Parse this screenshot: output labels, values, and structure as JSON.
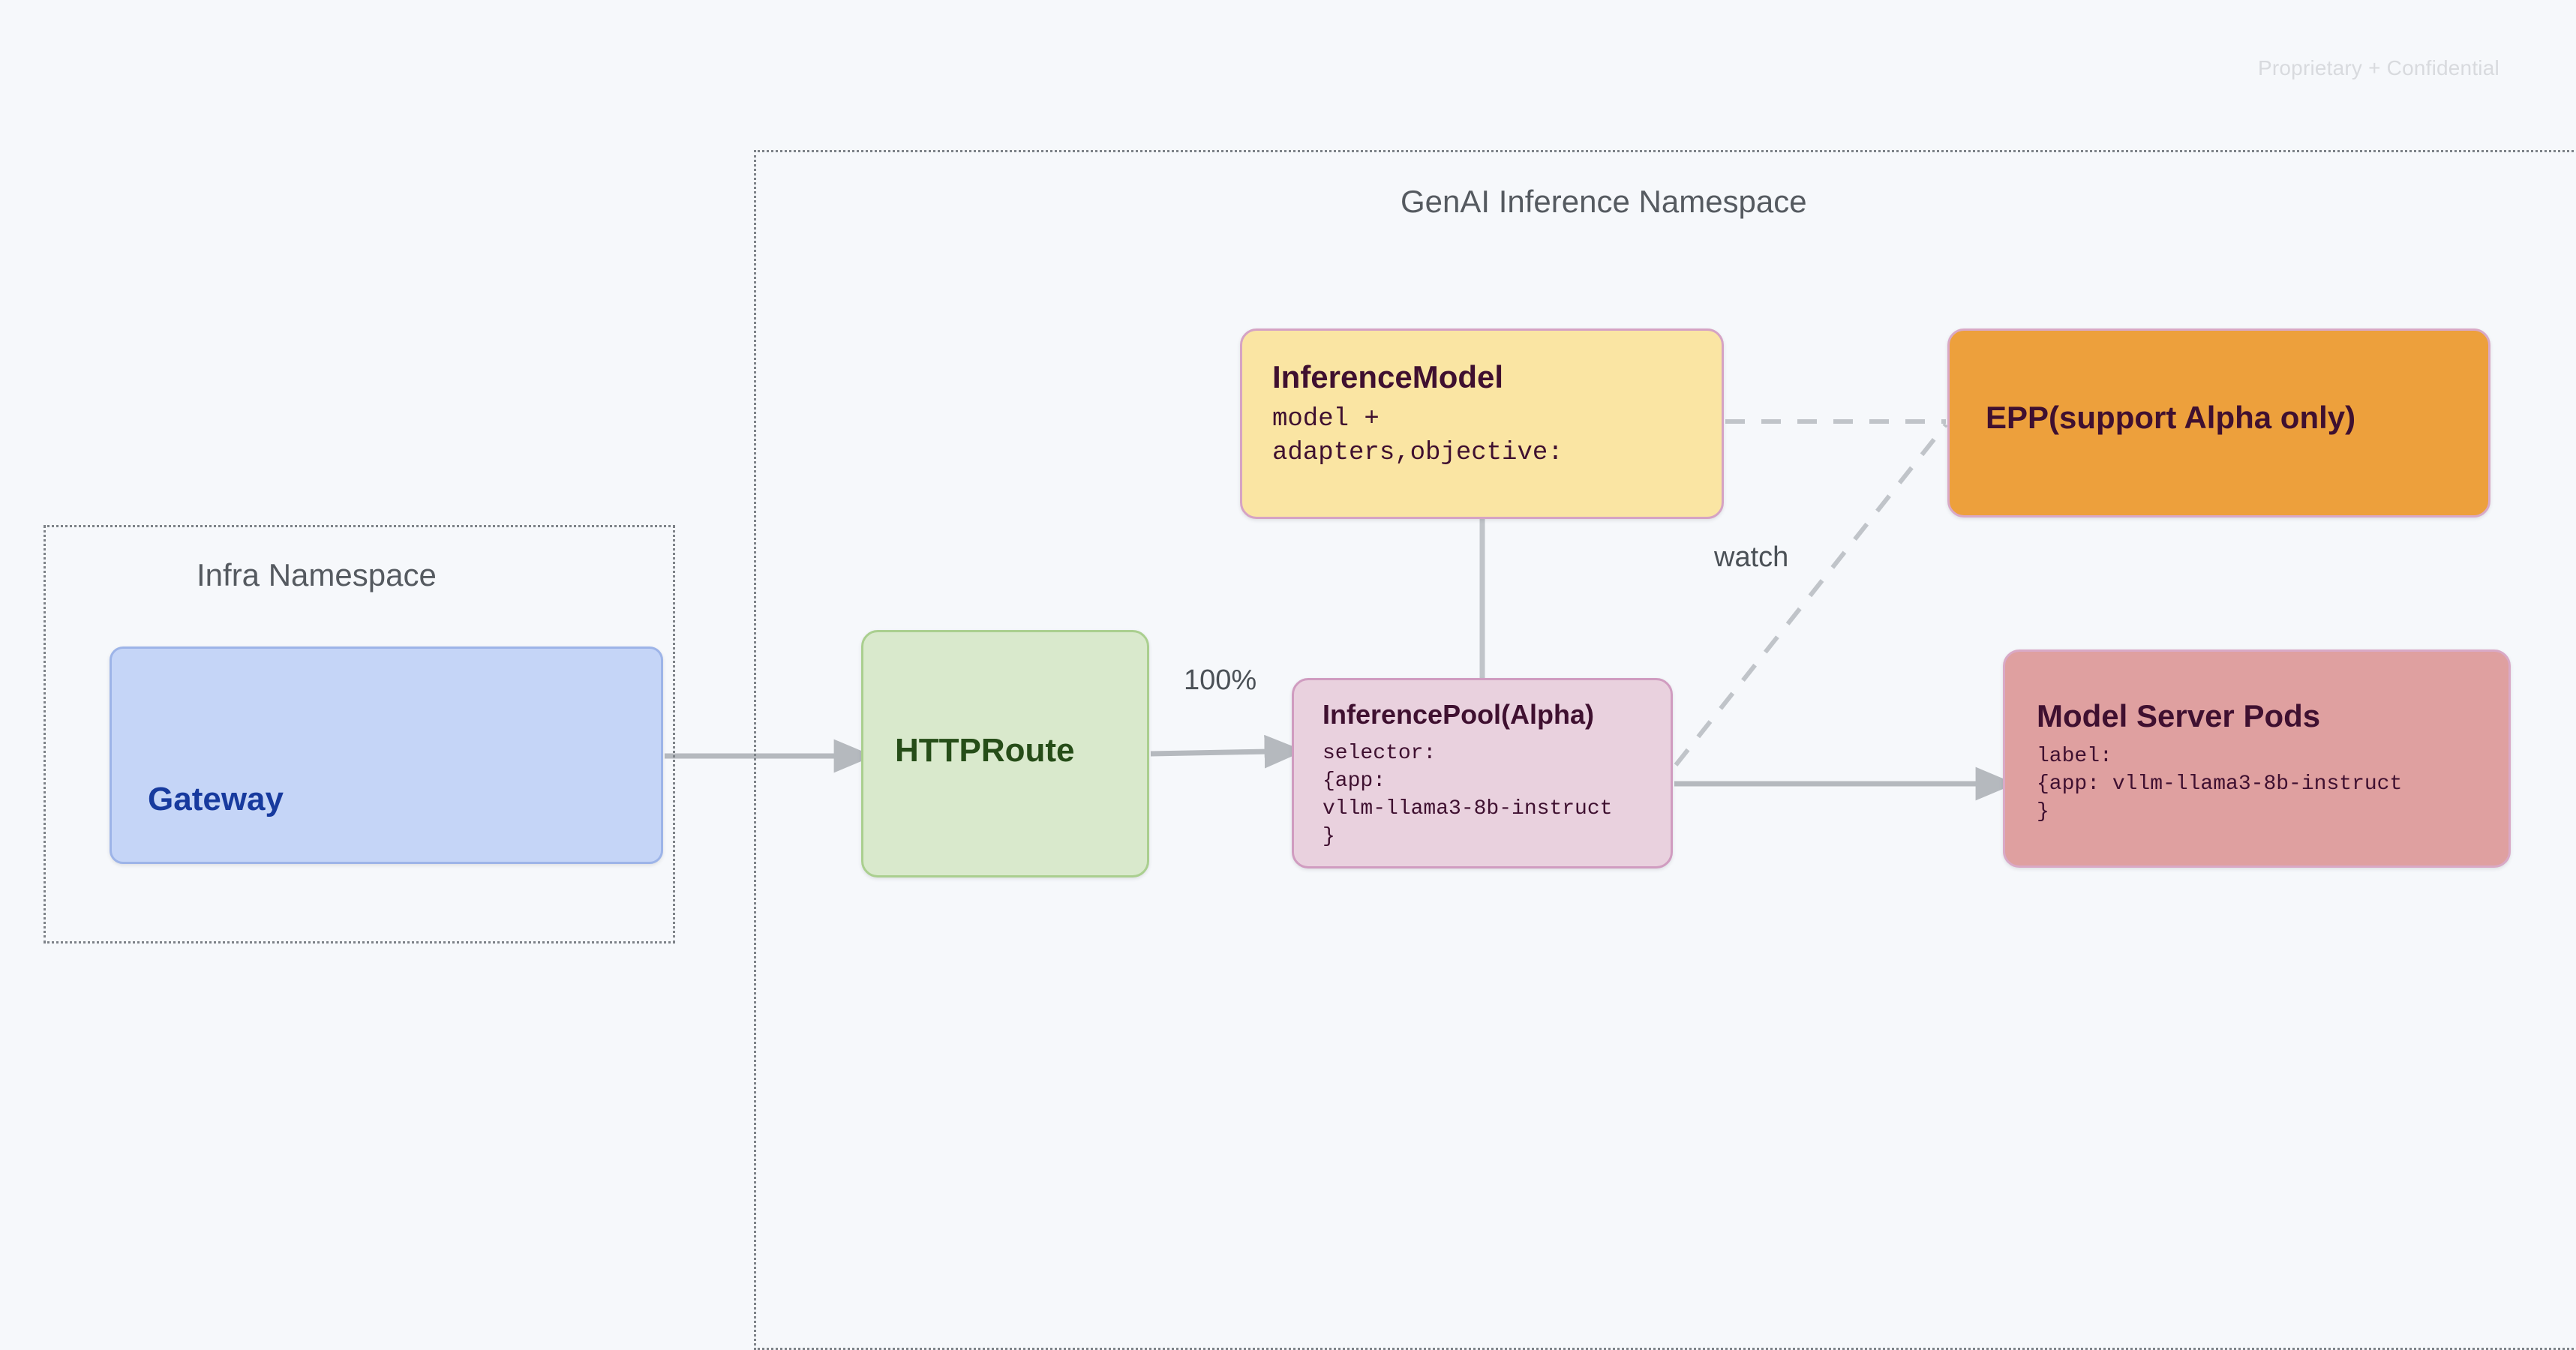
{
  "watermark": "Proprietary + Confidential",
  "namespaces": [
    {
      "id": "infra",
      "title": "Infra Namespace"
    },
    {
      "id": "genai",
      "title": "GenAI Inference Namespace"
    }
  ],
  "nodes": {
    "gateway": {
      "title": "Gateway",
      "fill": "#c5d5f7",
      "border": "#9db4e8",
      "text_color": "#173a9e"
    },
    "httproute": {
      "title": "HTTPRoute",
      "fill": "#d9e9cc",
      "border": "#aacf8f",
      "text_color": "#264d18"
    },
    "inferencemodel": {
      "title": "InferenceModel",
      "detail": "model +\nadapters,objective:",
      "fill": "#fae5a3",
      "border": "#d5a3c4",
      "text_color": "#3f1030"
    },
    "inferencepool": {
      "title": "InferencePool(Alpha)",
      "detail": "selector:\n{app:\nvllm-llama3-8b-instruct\n}",
      "fill": "#e9d1de",
      "border": "#d09cc0",
      "text_color": "#3f1030"
    },
    "epp": {
      "title": "EPP(support Alpha only)",
      "fill": "#eda03c",
      "border": "#d9a9c6",
      "text_color": "#3f1030"
    },
    "modelpods": {
      "title": "Model Server Pods",
      "detail": "label:\n{app: vllm-llama3-8b-instruct\n}",
      "fill": "#dfa0a0",
      "border": "#d9a9c6",
      "text_color": "#3f1030"
    }
  },
  "edges": [
    {
      "id": "gateway-to-httproute",
      "label": "",
      "style": "solid",
      "arrow": true
    },
    {
      "id": "httproute-to-inferencepool",
      "label": "100%",
      "style": "solid",
      "arrow": true
    },
    {
      "id": "inferencemodel-to-inferencepool",
      "label": "",
      "style": "solid",
      "arrow": false
    },
    {
      "id": "inferencepool-to-modelpods",
      "label": "",
      "style": "solid",
      "arrow": true
    },
    {
      "id": "inferencemodel-to-epp",
      "label": "",
      "style": "dashed",
      "arrow": false
    },
    {
      "id": "inferencepool-to-epp",
      "label": "watch",
      "style": "dashed",
      "arrow": false
    }
  ],
  "edge_labels": {
    "traffic_weight": "100%",
    "watch": "watch"
  },
  "colors": {
    "background": "#f6f8fb",
    "namespace_border": "#7d8288",
    "connector": "#b5b9be",
    "watermark": "#d8dade",
    "namespace_title": "#555a60",
    "edge_label": "#4b5157"
  }
}
